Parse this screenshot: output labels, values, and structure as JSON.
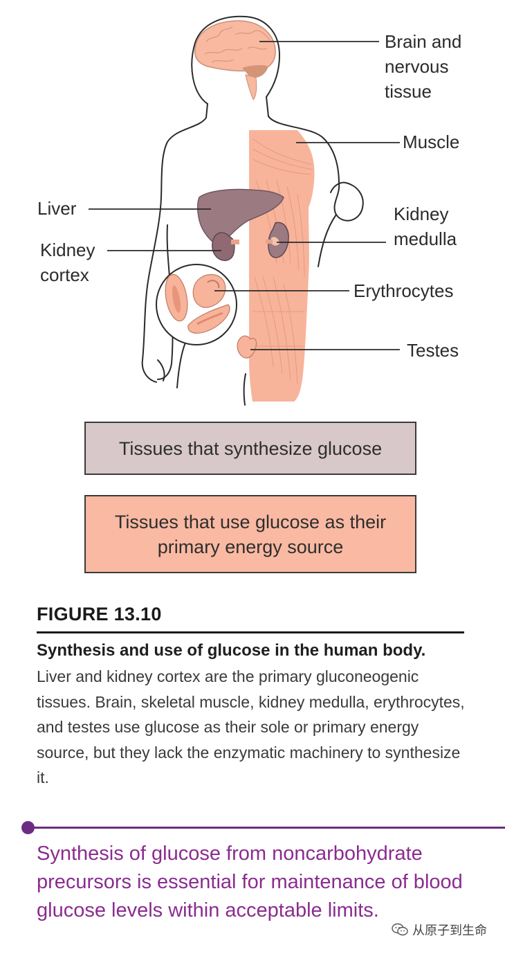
{
  "figure": {
    "labels": {
      "brain": "Brain and\nnervous\ntissue",
      "muscle": "Muscle",
      "liver": "Liver",
      "kidney_cortex": "Kidney\ncortex",
      "kidney_medulla": "Kidney\nmedulla",
      "erythrocytes": "Erythrocytes",
      "testes": "Testes"
    },
    "colors": {
      "synthesize": "#d8c8c9",
      "use": "#f9b9a2",
      "liver": "#9b7a82",
      "muscle": "#f7b49a",
      "outline": "#2a2a2a"
    }
  },
  "legend": {
    "synthesize": "Tissues that synthesize glucose",
    "use": "Tissues that use glucose as their\nprimary energy source"
  },
  "caption": {
    "figure_number": "FIGURE 13.10",
    "title": "Synthesis and use of glucose in the human body.",
    "body": "Liver and kidney cortex are the primary gluconeogenic tissues. Brain, skeletal muscle, kidney medulla, erythrocytes, and testes use glucose as their sole or primary energy source, but they lack the enzymatic machinery to synthesize it."
  },
  "highlight": {
    "text": "Synthesis of glucose from noncarbohydrate precursors is essential for maintenance of blood glucose levels within acceptable limits."
  },
  "watermark": {
    "icon": "wechat-icon",
    "text": "从原子到生命"
  }
}
